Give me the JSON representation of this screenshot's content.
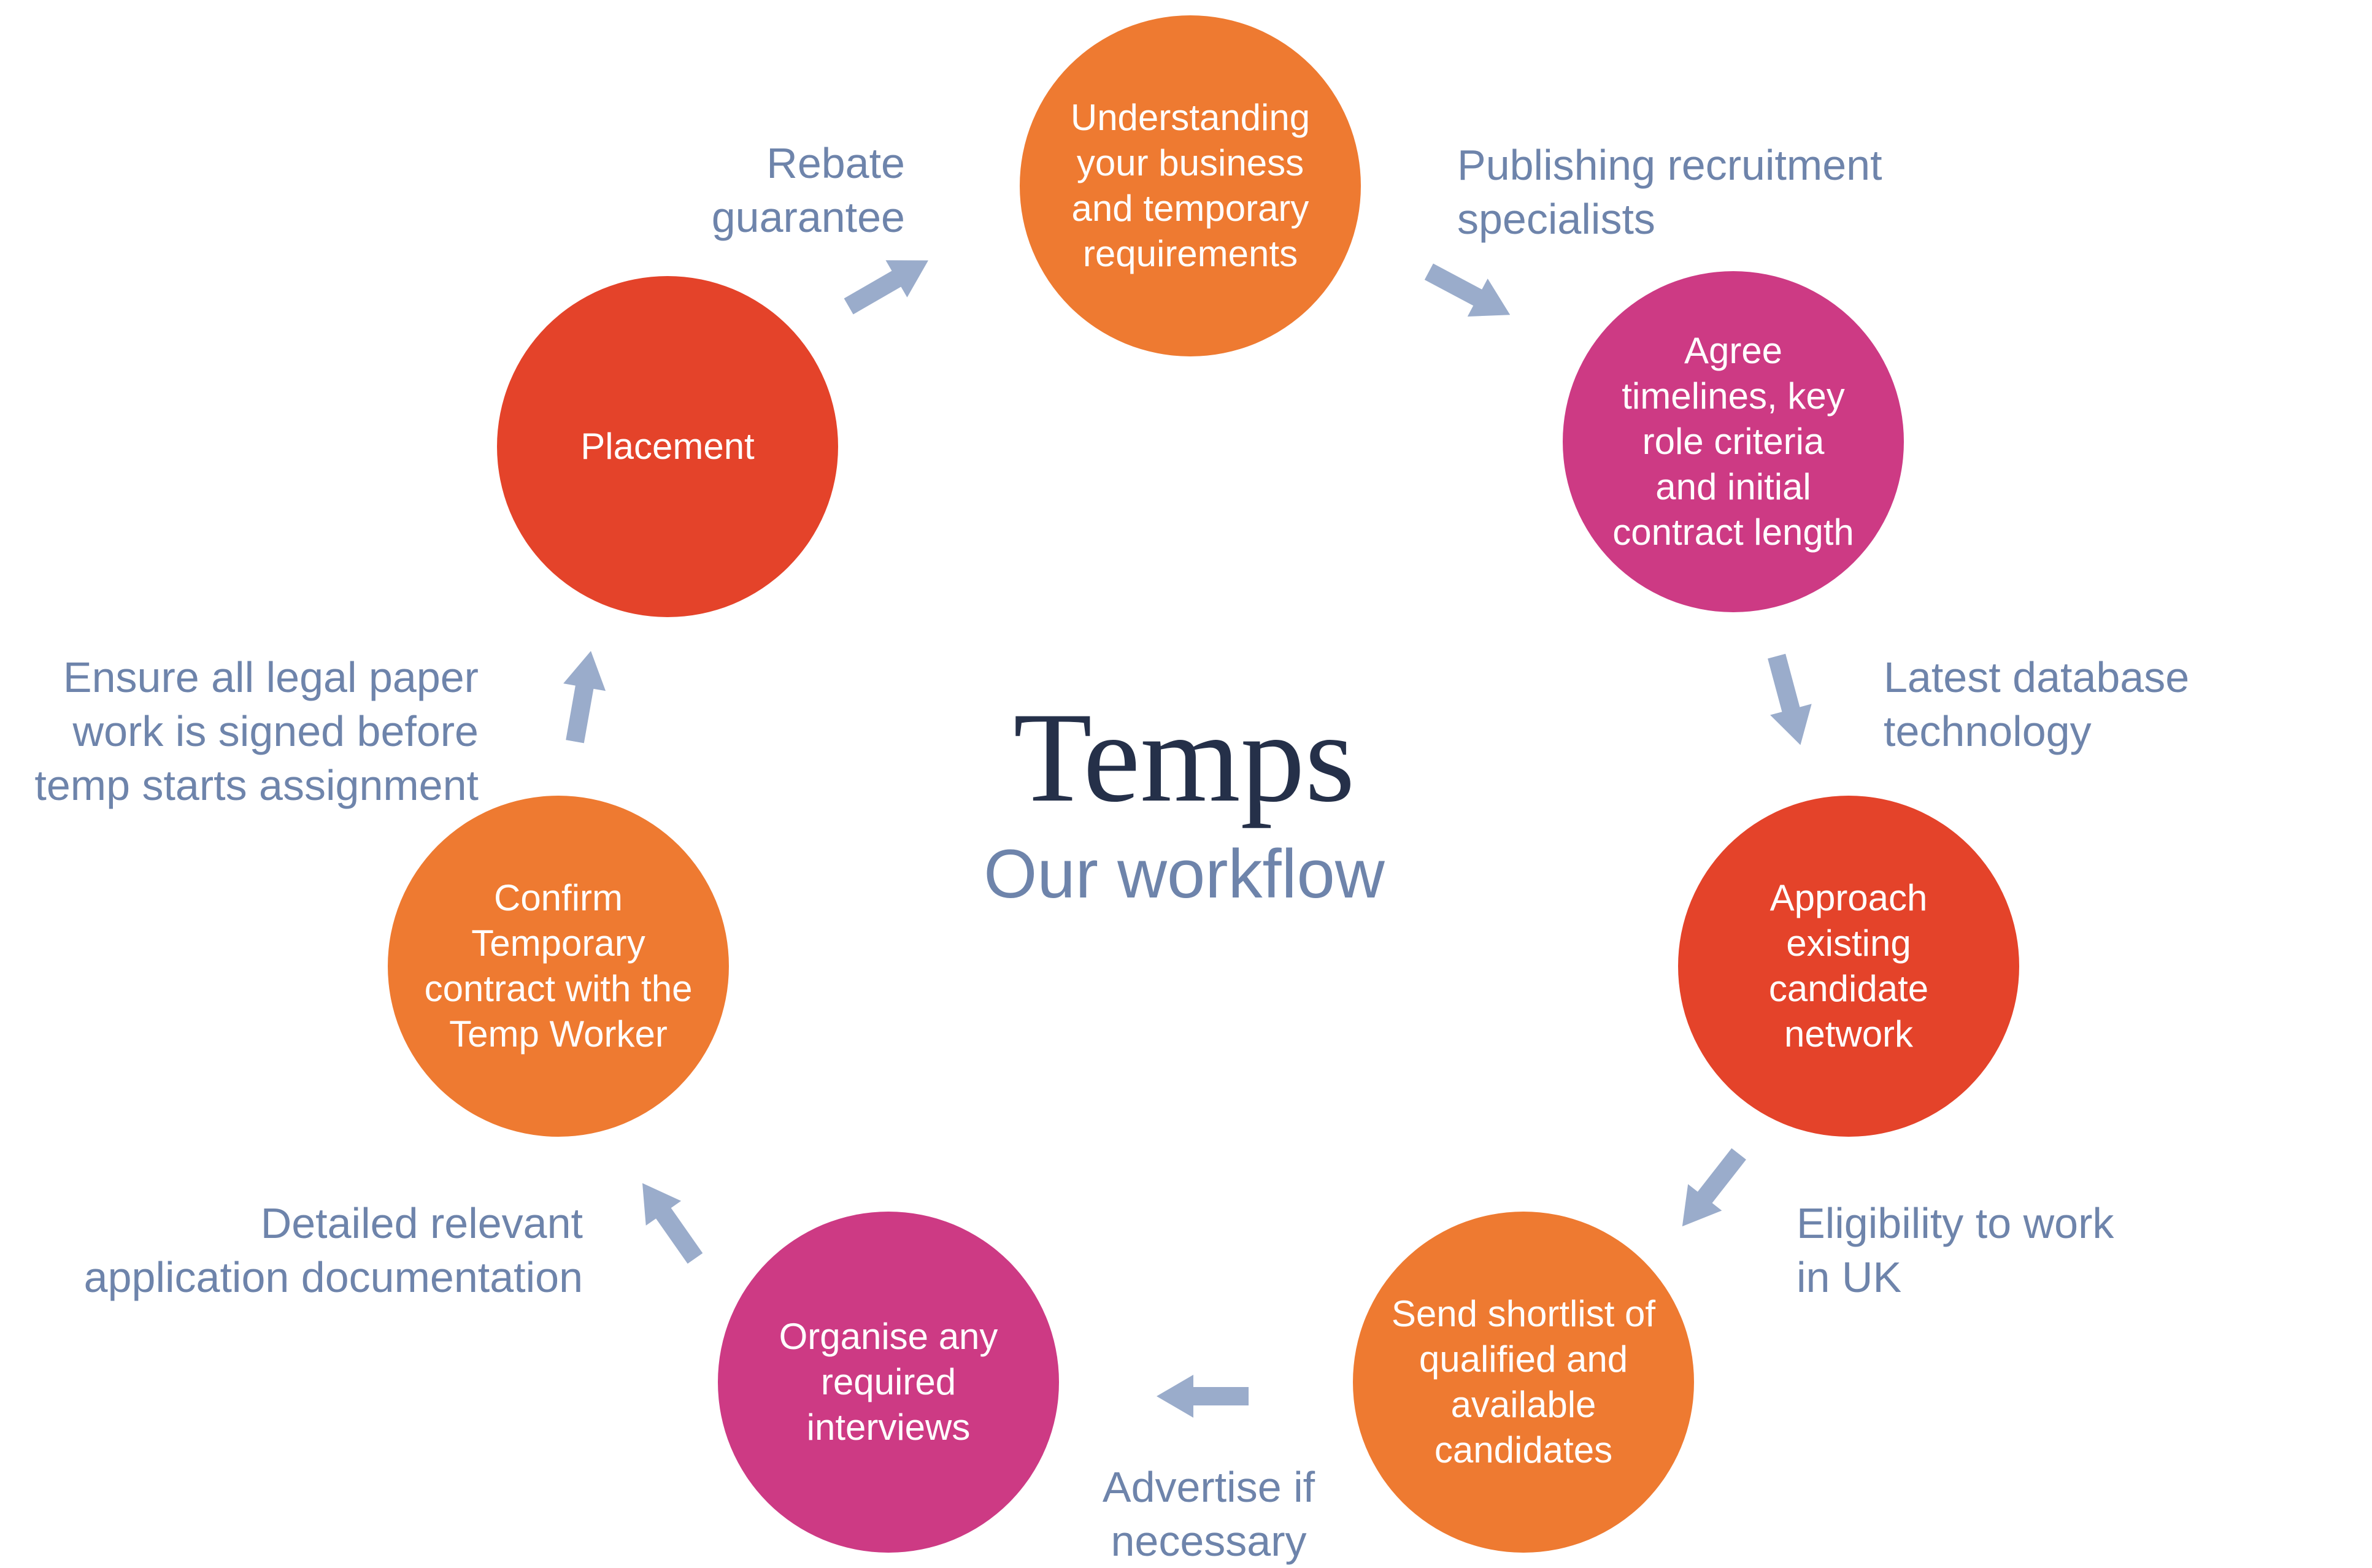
{
  "title": "Temps",
  "subtitle": "Our workflow",
  "colors": {
    "orange": "#ee7a31",
    "red": "#e4432a",
    "pink": "#cd3a84",
    "label_blue": "#6e84ab",
    "arrow": "#9aaccb",
    "title_dark": "#253049"
  },
  "steps": [
    {
      "text": "Understanding\nyour business\nand temporary\nrequirements",
      "color": "orange"
    },
    {
      "text": "Agree\ntimelines, key\nrole criteria\nand initial\ncontract length",
      "color": "pink"
    },
    {
      "text": "Approach\nexisting\ncandidate\nnetwork",
      "color": "red"
    },
    {
      "text": "Send shortlist of\nqualified and\navailable\ncandidates",
      "color": "orange"
    },
    {
      "text": "Organise any\nrequired\ninterviews",
      "color": "pink"
    },
    {
      "text": "Confirm\nTemporary\ncontract with the\nTemp Worker",
      "color": "orange"
    },
    {
      "text": "Placement",
      "color": "red"
    }
  ],
  "annotations": [
    {
      "text": "Publishing recruitment\nspecialists"
    },
    {
      "text": "Latest database\ntechnology"
    },
    {
      "text": "Eligibility to work\nin UK"
    },
    {
      "text": "Advertise if\nnecessary"
    },
    {
      "text": "Detailed relevant\napplication documentation"
    },
    {
      "text": "Ensure all legal paper\nwork is signed before\ntemp starts assignment"
    },
    {
      "text": "Rebate\nguarantee"
    }
  ]
}
